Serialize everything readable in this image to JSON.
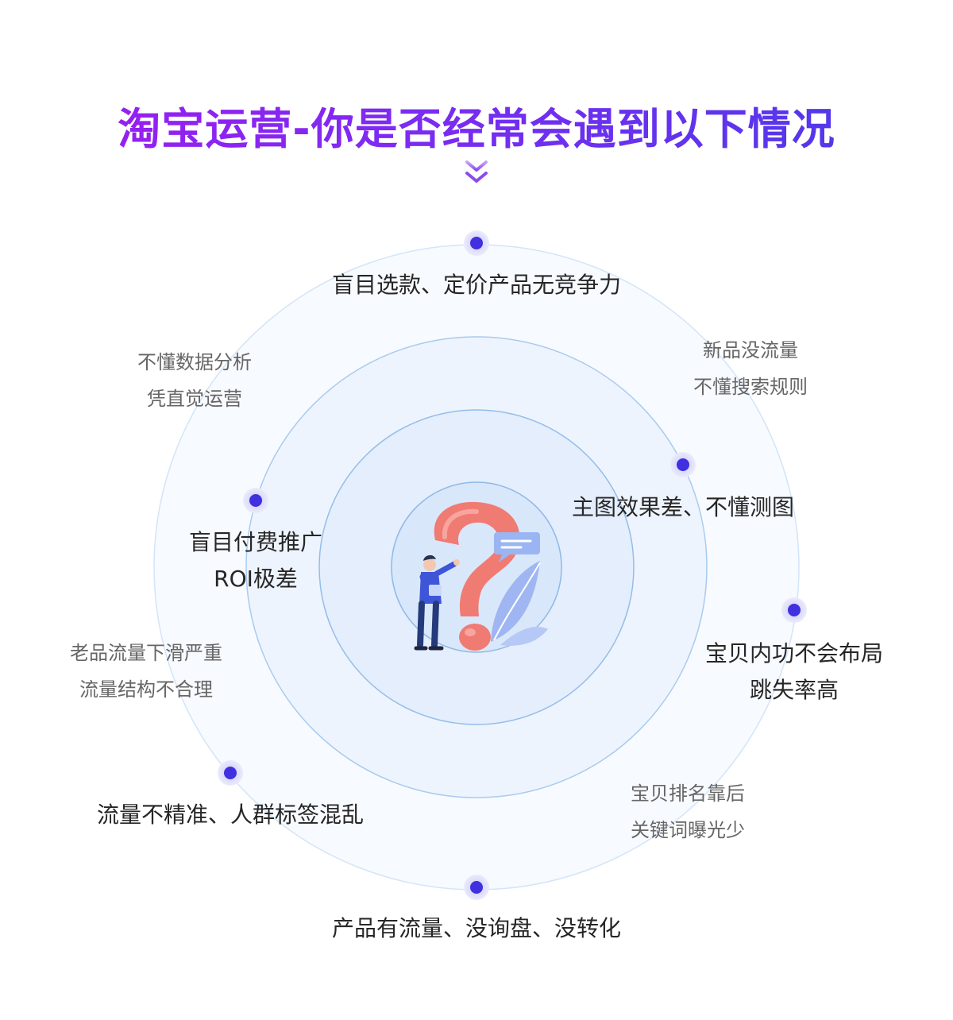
{
  "title": "淘宝运营-你是否经常会遇到以下情况",
  "colors": {
    "title_gradient_start": "#a01bf0",
    "title_gradient_end": "#4a3ae8",
    "dot": "#4030e0",
    "ring_stroke": "#9cc4ee",
    "text_dark": "#262626",
    "text_grey": "#666666"
  },
  "icons": {
    "chevron": "double-chevron-down-icon",
    "center": "question-mark-person-illustration"
  },
  "issues": {
    "top": "盲目选款、定价产品无竞争力",
    "right_upper": "主图效果差、不懂测图",
    "left_upper": [
      "盲目付费推广",
      "ROI极差"
    ],
    "right_lower": [
      "宝贝内功不会布局",
      "跳失率高"
    ],
    "left_lower": "流量不精准、人群标签混乱",
    "bottom": "产品有流量、没询盘、没转化"
  },
  "notes": {
    "top_left": [
      "不懂数据分析",
      "凭直觉运营"
    ],
    "top_right": [
      "新品没流量",
      "不懂搜索规则"
    ],
    "left": [
      "老品流量下滑严重",
      "流量结构不合理"
    ],
    "bottom_right": [
      "宝贝排名靠后",
      "关键词曝光少"
    ]
  }
}
